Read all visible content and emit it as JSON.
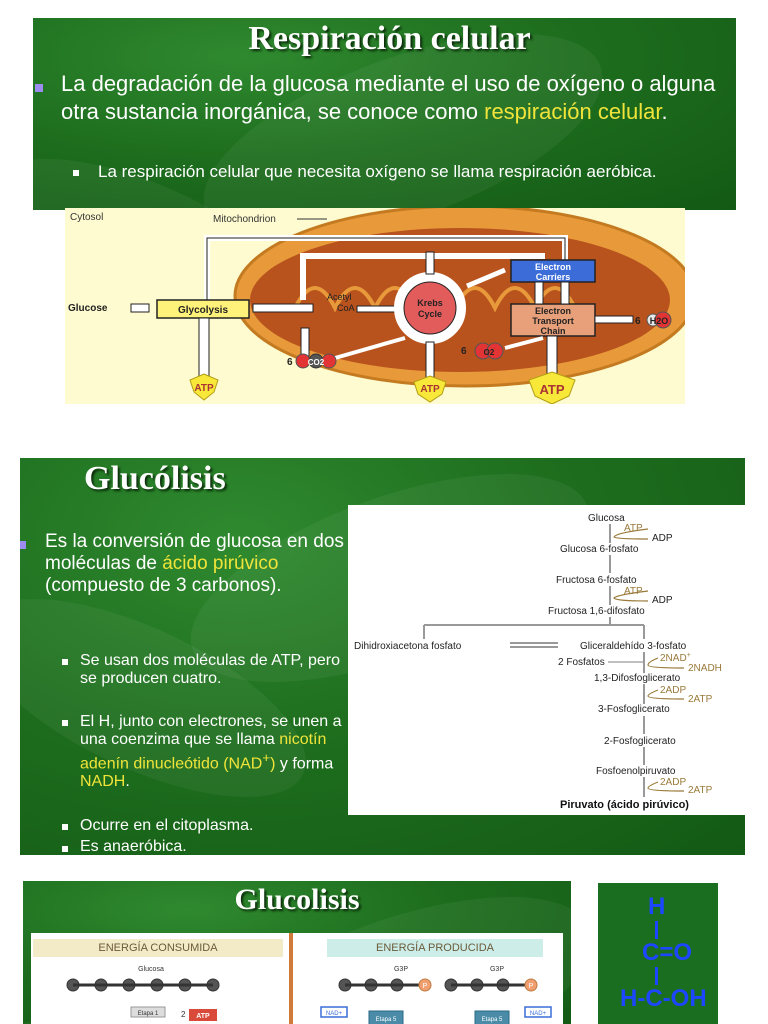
{
  "slide1": {
    "title": "Respiración celular",
    "main_pre": "La degradación de la glucosa mediante el uso de oxígeno o alguna otra sustancia inorgánica, se conoce como ",
    "main_highlight": "respiración celular",
    "main_post": ".",
    "sub": "La respiración celular que necesita oxígeno se llama respiración aeróbica.",
    "diagram": {
      "cytosol": "Cytosol",
      "mitochondrion": "Mitochondrion",
      "glucose": "Glucose",
      "glycolysis": "Glycolysis",
      "acetyl_coa_1": "Acetyl",
      "acetyl_coa_2": "CoA",
      "krebs_1": "Krebs",
      "krebs_2": "Cycle",
      "electron_carriers_1": "Electron",
      "electron_carriers_2": "Carriers",
      "etc_1": "Electron",
      "etc_2": "Transport",
      "etc_3": "Chain",
      "co2_count": "6",
      "co2": "CO2",
      "o2_count": "6",
      "o2": "O2",
      "h2o_count": "6",
      "h2o": "H2O",
      "atp": "ATP"
    }
  },
  "slide2": {
    "title": "Glucólisis",
    "main_pre": "Es la conversión de glucosa en dos moléculas de ",
    "main_highlight": "ácido pirúvico",
    "main_post": " (compuesto de 3 carbonos).",
    "bullets": {
      "b1": "Se usan dos moléculas de ATP, pero se producen cuatro.",
      "b2_pre": "El H, junto con electrones, se unen a una coenzima que se llama ",
      "b2_hl1": "nicotín adenín dinucleótido (NAD",
      "b2_sup": "+",
      "b2_hl1_end": ")",
      "b2_mid": " y forma ",
      "b2_hl2": "NADH",
      "b2_end": ".",
      "b3": "Ocurre en el citoplasma.",
      "b4": "Es anaeróbica."
    },
    "pathway": {
      "glucosa": "Glucosa",
      "atp1": "ATP",
      "adp1": "ADP",
      "g6f": "Glucosa 6-fosfato",
      "f6f": "Fructosa 6-fosfato",
      "atp2": "ATP",
      "adp2": "ADP",
      "f16df": "Fructosa 1,6-difosfato",
      "dhap": "Dihidroxiacetona fosfato",
      "g3p": "Gliceraldehído 3-fosfato",
      "nad": "2NAD",
      "nad_sup": "+",
      "fosfatos": "2 Fosfatos",
      "nadh": "2NADH",
      "bpg": "1,3-Difosfoglicerato",
      "adp3": "2ADP",
      "atp3": "2ATP",
      "pg3": "3-Fosfoglicerato",
      "pg2": "2-Fosfoglicerato",
      "pep": "Fosfoenolpiruvato",
      "adp4": "2ADP",
      "atp4": "2ATP",
      "piruvato": "Piruvato (ácido pirúvico)"
    }
  },
  "slide3": {
    "title": "Glucolisis",
    "consumed": "ENERGÍA CONSUMIDA",
    "produced": "ENERGÍA PRODUCIDA",
    "glucosa": "Glucosa",
    "g3p_a": "G3P",
    "g3p_b": "G3P",
    "p": "P",
    "etapa1": "Etapa 1",
    "two": "2",
    "atp": "ATP",
    "nad_a": "NAD+",
    "nad_b": "NAD+",
    "etapa5_a": "Etapa 5",
    "etapa5_b": "Etapa 5"
  },
  "slide4": {
    "h_top": "H",
    "c_o": "C=O",
    "h_c_oh": "H-C-OH"
  }
}
